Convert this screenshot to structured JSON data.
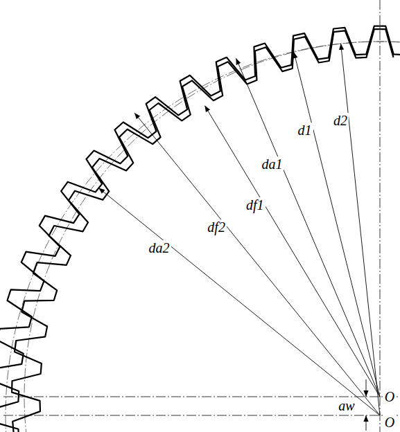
{
  "diagram": {
    "labels": [
      "d2",
      "d1",
      "da1",
      "df1",
      "df2",
      "da2",
      "aw",
      "O",
      "O"
    ]
  }
}
